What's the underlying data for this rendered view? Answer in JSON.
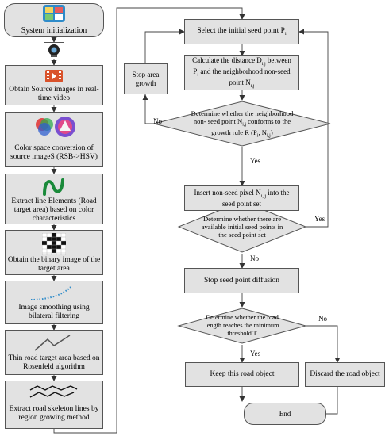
{
  "left_column": {
    "system_init": "System initialization",
    "obtain_source": "Obtain Source images in real-time video",
    "color_conversion": "Color space conversion of source imageS (RSB->HSV)",
    "extract_line": "Extract line Elements (Road target area) based on color characteristics",
    "binary_image": "Obtain  the binary image of the target area",
    "smoothing": "Image smoothing using bilateral filtering",
    "thin_road": "Thin road target area based on Rosenfeld algorithm",
    "extract_skeleton": "Extract road skeleton lines by region growing method"
  },
  "right_column": {
    "select_seed": {
      "text": "Select the initial seed point P",
      "sub": "i"
    },
    "calc_distance": {
      "l1_a": "Calculate the distance D",
      "l1_sub": "i,j",
      "l1_b": " between",
      "l2_a": "P",
      "l2_sub": "i",
      "l2_b": " and the neighborhood non-seed",
      "l3_a": "point N",
      "l3_sub": "i,j"
    },
    "stop_growth": "Stop area growth",
    "decision1": {
      "l1": "Determine whether the neighborhood",
      "l2_a": "non- seed point N",
      "l2_sub": "i,j",
      "l2_b": " conforms to the",
      "l3_a": "growth rule R (P",
      "l3_sub1": "i",
      "l3_b": ", N",
      "l3_sub2": "i,j",
      "l3_c": ")"
    },
    "insert_pixel": {
      "l1_a": "Insert non-seed pixel N",
      "l1_sub": "i, j",
      "l1_b": " into the",
      "l2": "seed point set"
    },
    "decision2": "Determine whether there are available initial seed points in the seed point set",
    "stop_diffusion": "Stop seed point diffusion",
    "decision3": "Determine whether the road length reaches the minimum threshold T",
    "keep": "Keep this road object",
    "discard": "Discard the road object",
    "end": "End"
  },
  "labels": {
    "no1": "No",
    "yes1": "Yes",
    "yes2": "Yes",
    "no2": "No",
    "no3": "No",
    "yes3": "Yes"
  },
  "icons": [
    "app-icon",
    "webcam-icon",
    "video-clip-icon",
    "color-wheel-icon",
    "wave-line-icon",
    "pixel-grid-icon",
    "dotted-curve-icon",
    "polyline-icon",
    "zigzag-lines-icon"
  ],
  "colors": {
    "box_fill": "#e2e2e2",
    "border": "#555555",
    "accent_green": "#1a8a3a",
    "accent_blue": "#2e8bc9"
  }
}
